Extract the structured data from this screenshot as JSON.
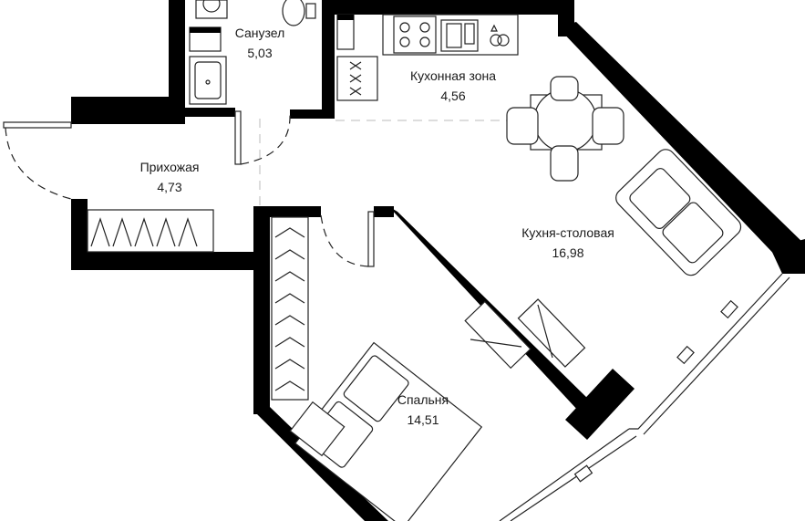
{
  "plan": {
    "rooms": [
      {
        "id": "bathroom",
        "name": "Санузел",
        "area": "5,03"
      },
      {
        "id": "kitchen-zone",
        "name": "Кухонная зона",
        "area": "4,56"
      },
      {
        "id": "hallway",
        "name": "Прихожая",
        "area": "4,73"
      },
      {
        "id": "kitchen-dining",
        "name": "Кухня-столовая",
        "area": "16,98"
      },
      {
        "id": "bedroom",
        "name": "Спальня",
        "area": "14,51"
      }
    ],
    "colors": {
      "wall": "#000000",
      "background": "#ffffff",
      "line": "#222222"
    }
  }
}
